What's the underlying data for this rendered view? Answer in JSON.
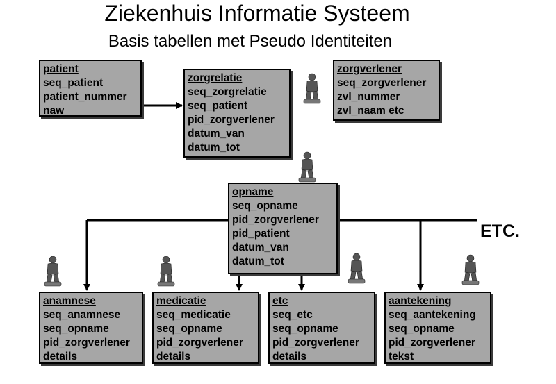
{
  "header": {
    "title": "Ziekenhuis Informatie Systeem",
    "subtitle": "Basis tabellen met Pseudo Identiteiten"
  },
  "tables": {
    "patient": {
      "name": "patient",
      "fields": [
        "seq_patient",
        "patient_nummer",
        "naw"
      ]
    },
    "zorgrelatie": {
      "name": "zorgrelatie",
      "fields": [
        "seq_zorgrelatie",
        "seq_patient",
        "pid_zorgverlener",
        "datum_van",
        "datum_tot"
      ]
    },
    "zorgverlener": {
      "name": "zorgverlener",
      "fields": [
        "seq_zorgverlener",
        "zvl_nummer",
        "zvl_naam etc"
      ]
    },
    "opname": {
      "name": "opname",
      "fields": [
        "seq_opname",
        "pid_zorgverlener",
        "pid_patient",
        "datum_van",
        "datum_tot"
      ]
    },
    "anamnese": {
      "name": "anamnese",
      "fields": [
        "seq_anamnese",
        "seq_opname",
        "pid_zorgverlener",
        "details"
      ]
    },
    "medicatie": {
      "name": "medicatie",
      "fields": [
        "seq_medicatie",
        "seq_opname",
        "pid_zorgverlener",
        "details"
      ]
    },
    "etc": {
      "name": "etc",
      "fields": [
        "seq_etc",
        "seq_opname",
        "pid_zorgverlener",
        "details"
      ]
    },
    "aantekening": {
      "name": "aantekening",
      "fields": [
        "seq_aantekening",
        "seq_opname",
        "pid_zorgverlener",
        "tekst"
      ]
    }
  },
  "etc_label": "ETC.",
  "icons": {
    "person": "person-figure-icon"
  },
  "colors": {
    "box_fill": "#a6a6a6",
    "line": "#000000",
    "figure": "#555555"
  }
}
